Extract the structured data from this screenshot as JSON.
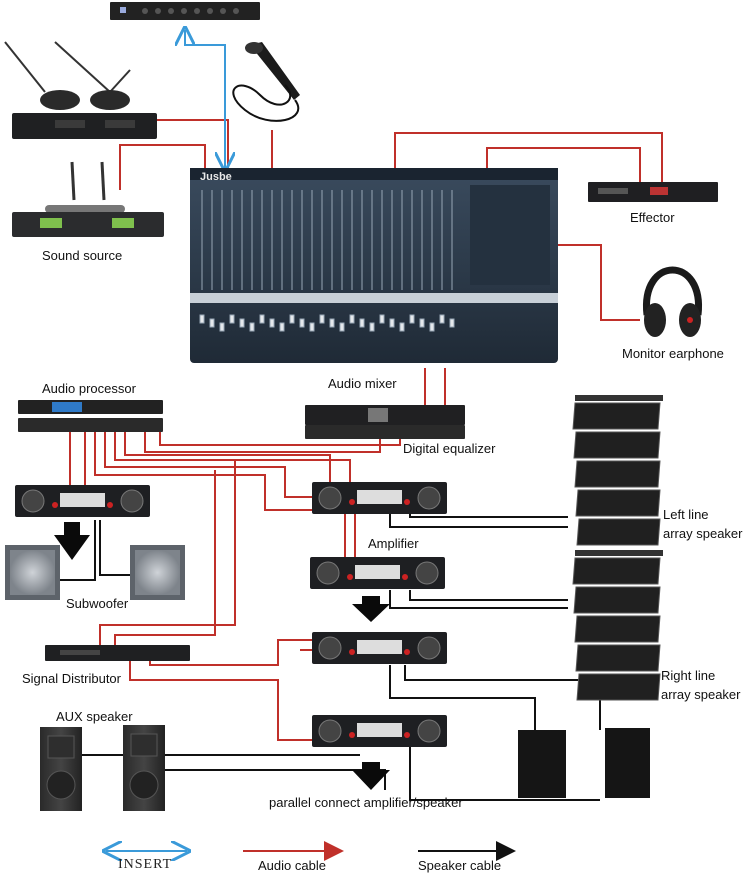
{
  "labels": {
    "sound_source": "Sound source",
    "effector": "Effector",
    "monitor_earphone": "Monitor earphone",
    "audio_mixer": "Audio mixer",
    "audio_processor": "Audio processor",
    "digital_equalizer": "Digital equalizer",
    "left_line_array_l1": "Left line",
    "left_line_array_l2": "array speaker",
    "amplifier": "Amplifier",
    "subwoofer": "Subwoofer",
    "right_line_array_l1": "Right line",
    "right_line_array_l2": "array speaker",
    "signal_distributor": "Signal Distributor",
    "aux_speaker": "AUX speaker",
    "parallel": "parallel connect amplifier/speaker"
  },
  "mixer_brand": "Jusbe",
  "legend": {
    "insert": "INSERT",
    "audio_cable": "Audio cable",
    "speaker_cable": "Speaker cable"
  },
  "colors": {
    "insert": "#3a9ad9",
    "audio_cable": "#c0302a",
    "speaker_cable": "#111111",
    "device_dark": "#1e1f22",
    "mixer_body": "#2c3a4a"
  }
}
